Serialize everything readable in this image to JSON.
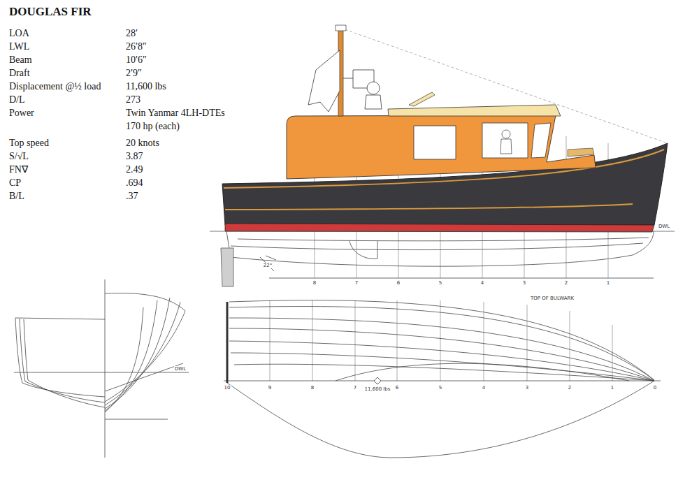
{
  "diagram": {
    "title": "DOUGLAS FIR",
    "labels": [
      "LOA",
      "28′",
      "LWL",
      "26′8″",
      "Beam",
      "10′6″",
      "Draft",
      "2′9″",
      "Displacement @½ load",
      "11,600 lbs",
      "D/L",
      "273",
      "Power",
      "Twin Yanmar 4LH-DTEs",
      "170 hp (each)",
      "Top speed",
      "20 knots",
      "S/√L",
      "3.87",
      "FN∇",
      "2.49",
      "CP",
      ".694",
      "B/L",
      ".37",
      "DWL",
      "22°",
      "8",
      "7",
      "6",
      "5",
      "4",
      "3",
      "2",
      "1",
      "DWL",
      "TOP OF BULWARK",
      "11,600 lbs",
      "10",
      "9",
      "8",
      "7",
      "6",
      "5",
      "4",
      "3",
      "2",
      "1",
      "0"
    ]
  }
}
